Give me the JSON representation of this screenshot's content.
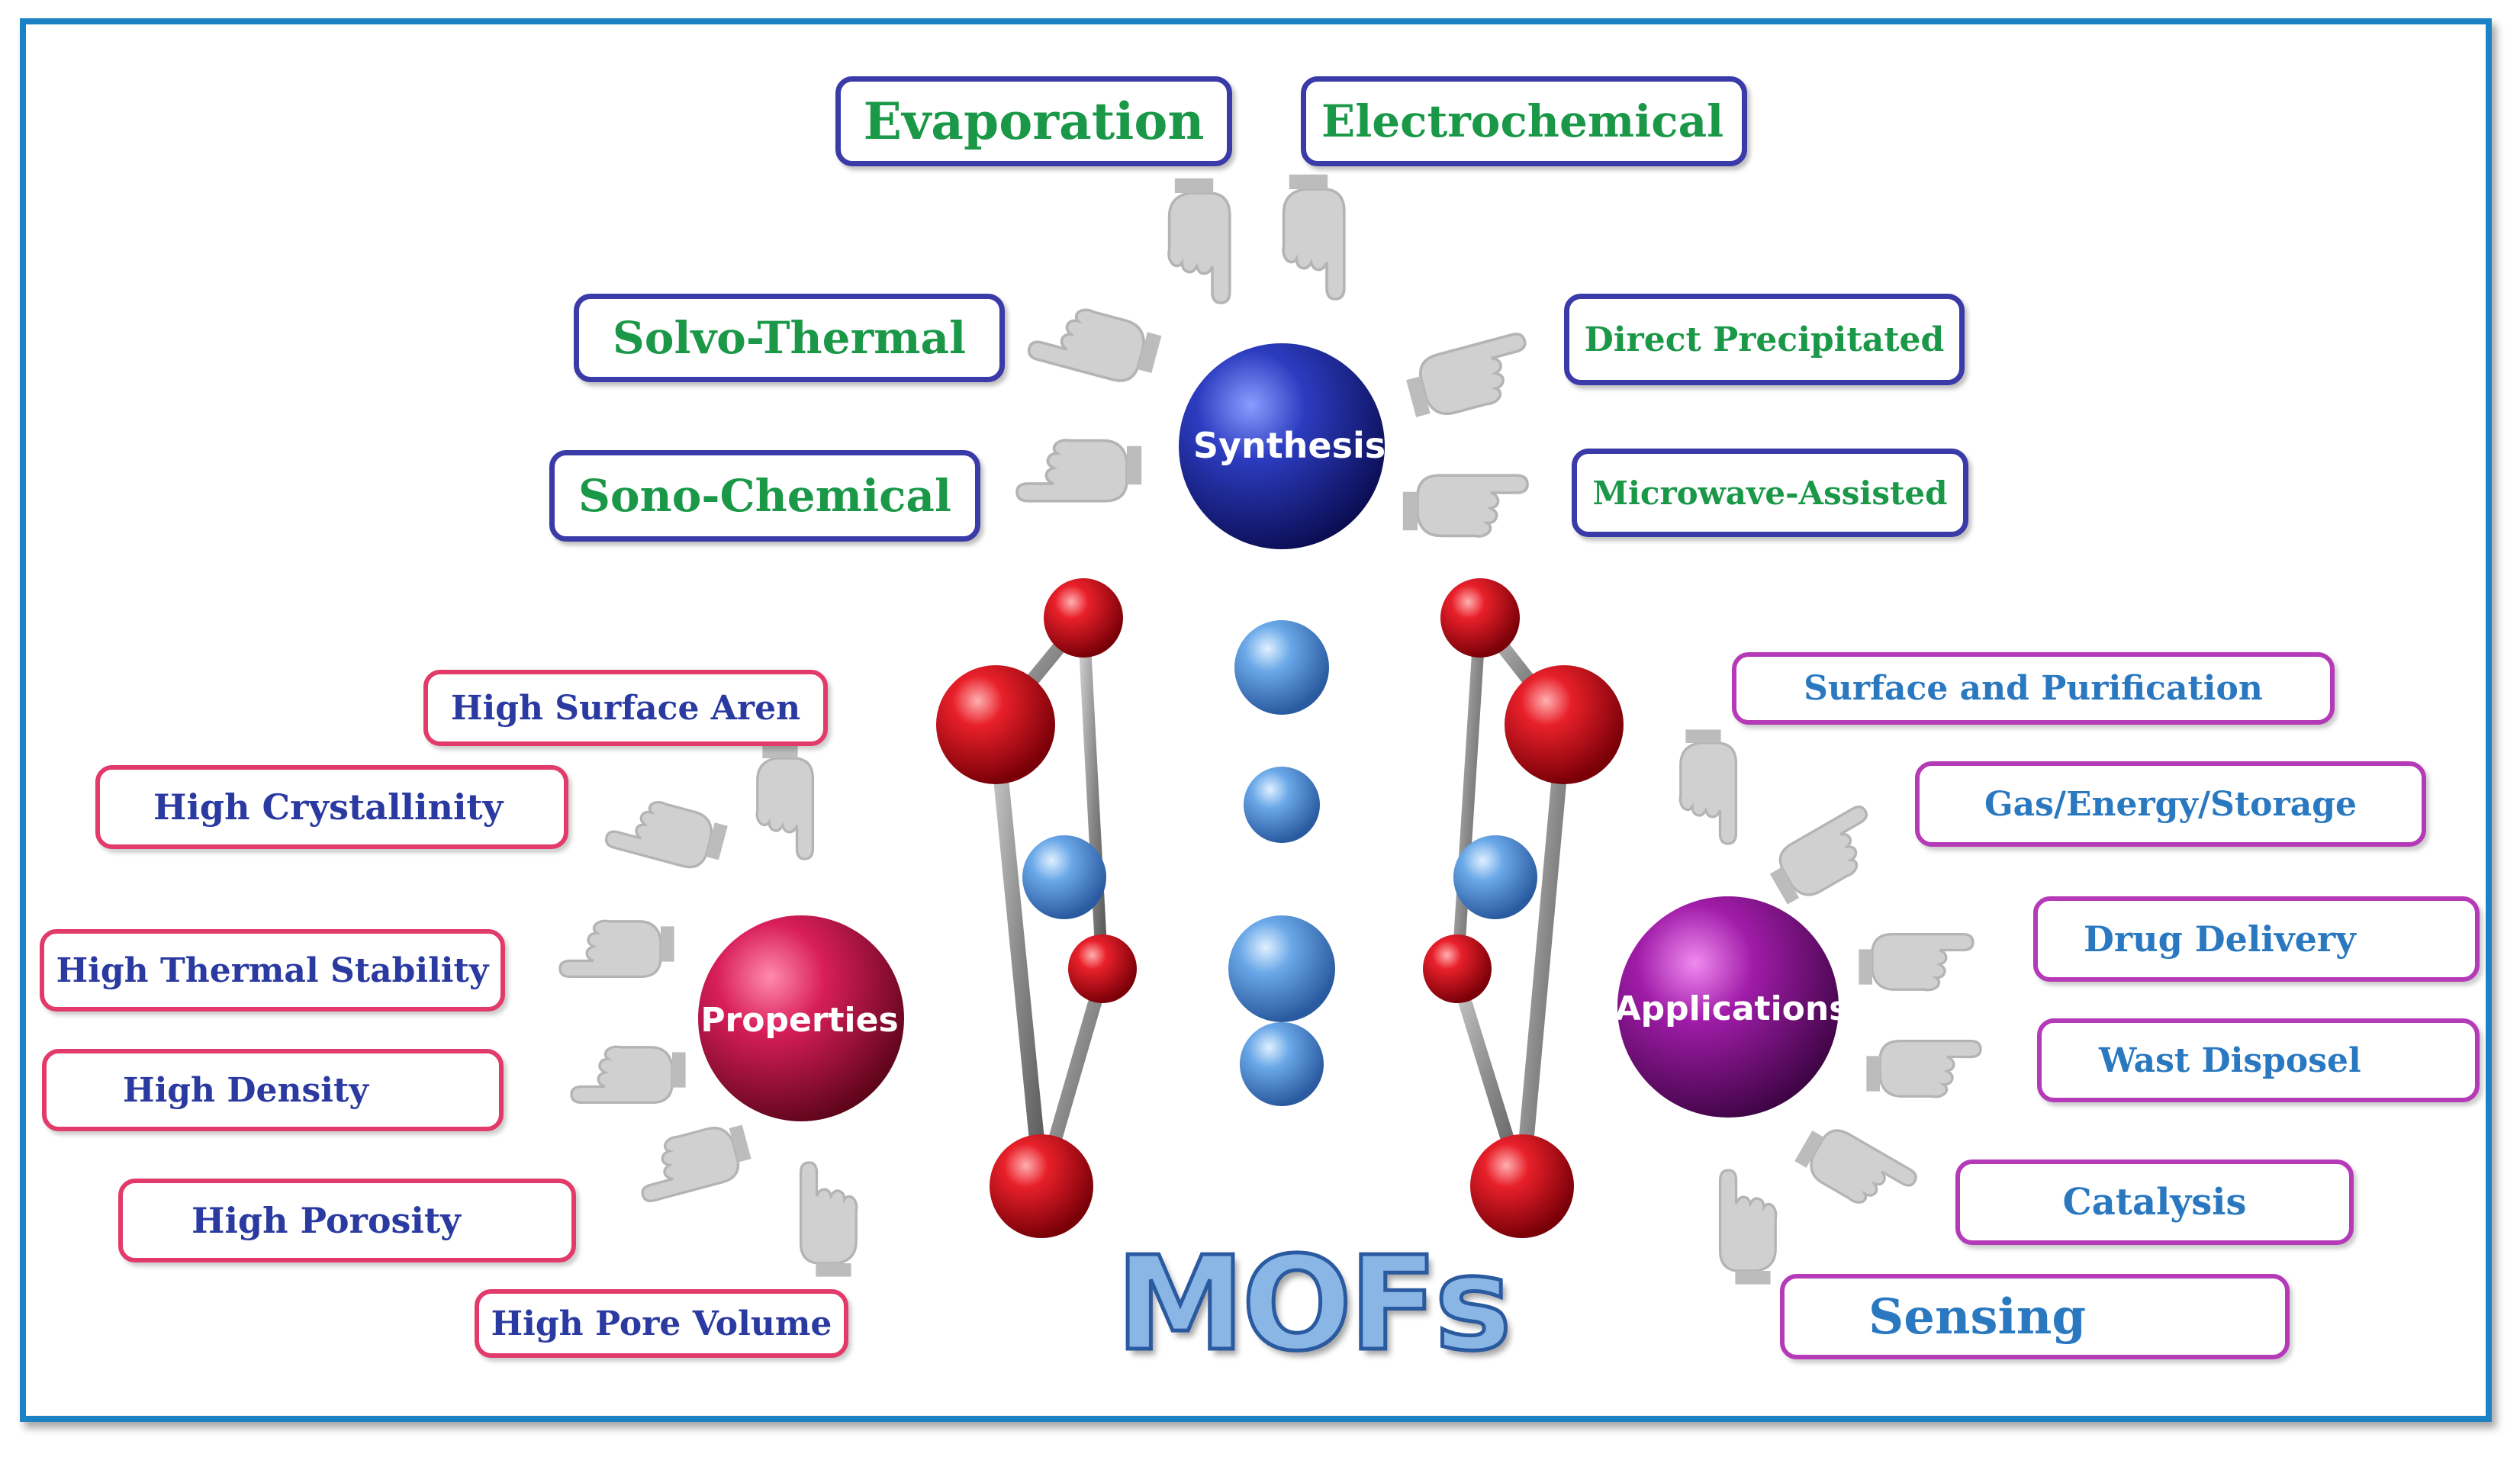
{
  "title": "MOFs",
  "hubs": {
    "synthesis": "Synthesis",
    "properties": "Properties",
    "applications": "Applications"
  },
  "synthesis_methods": [
    "Evaporation",
    "Electrochemical",
    "Solvo-Thermal",
    "Direct Precipitated",
    "Sono-Chemical",
    "Microwave-Assisted"
  ],
  "properties": [
    "High Surface Aren",
    "High Crystallinity",
    "High Thermal Stability",
    "High Density",
    "High Porosity",
    "High Pore Volume"
  ],
  "applications": [
    "Surface and Purification",
    "Gas/Energy/Storage",
    "Drug Delivery",
    "Wast Disposel",
    "Catalysis",
    "Sensing"
  ],
  "colors": {
    "frame": "#1d82c4",
    "synthesis_hub": "#1f2a9c",
    "properties_hub": "#c8184e",
    "applications_hub": "#8a1890",
    "metal_node": "#d8182a",
    "linker_node": "#4a90d8"
  },
  "icons": {
    "pointer": "pointing-hand-icon"
  }
}
